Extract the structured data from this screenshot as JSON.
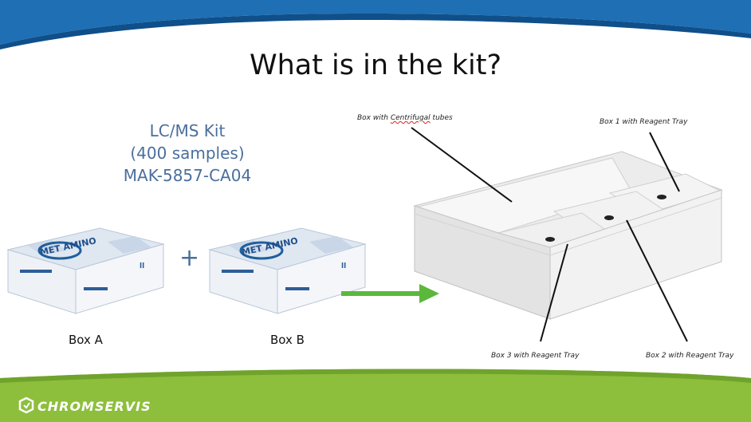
{
  "slide": {
    "title": "What is in the kit?"
  },
  "kit": {
    "line1": "LC/MS Kit",
    "line2": "(400 samples)",
    "line3": "MAK-5857-CA04"
  },
  "boxes": {
    "a_label": "Box A",
    "b_label": "Box B",
    "plus": "+"
  },
  "callouts": {
    "centrifugal_prefix": "Box with ",
    "centrifugal_word": "Centrifugal",
    "centrifugal_suffix": " tubes",
    "box1": "Box 1 with Reagent Tray",
    "box2": "Box 2 with Reagent Tray",
    "box3": "Box 3 with Reagent Tray"
  },
  "footer": {
    "brand": "CHROMSERVIS"
  },
  "colors": {
    "header_blue": "#1f6fb4",
    "footer_green": "#8dbf3c",
    "arrow_green": "#5cb83c",
    "kit_text": "#4a6f9c"
  }
}
